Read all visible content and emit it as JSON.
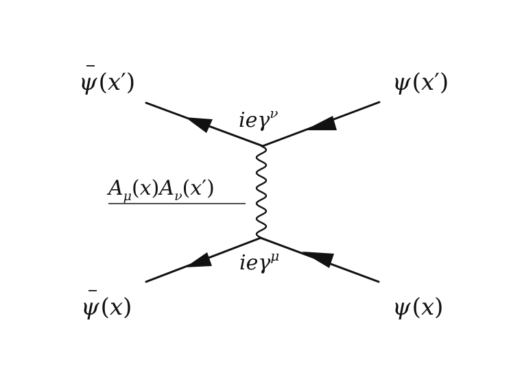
{
  "labels": {
    "psibar_xprime": {
      "symbol": "ψ",
      "open": "(",
      "arg": "x",
      "prime": "′",
      "close": ")"
    },
    "psi_xprime": {
      "symbol": "ψ",
      "open": "(",
      "arg": "x",
      "prime": "′",
      "close": ")"
    },
    "psibar_x": {
      "symbol": "ψ",
      "open": "(",
      "arg": "x",
      "close": ")"
    },
    "psi_x": {
      "symbol": "ψ",
      "open": "(",
      "arg": "x",
      "close": ")"
    },
    "vertex_top": {
      "base": "ieγ",
      "superscript": "ν"
    },
    "vertex_bottom": {
      "base": "ieγ",
      "superscript": "μ"
    },
    "propagator": {
      "a1": "A",
      "sub1": "μ",
      "arg1_open": "(",
      "arg1": "x",
      "arg1_close": ")",
      "a2": "A",
      "sub2": "ν",
      "arg2_open": "(",
      "arg2": "x",
      "arg2_prime": "′",
      "arg2_close": ")"
    }
  },
  "colors": {
    "ink": "#111111",
    "background": "#ffffff"
  }
}
